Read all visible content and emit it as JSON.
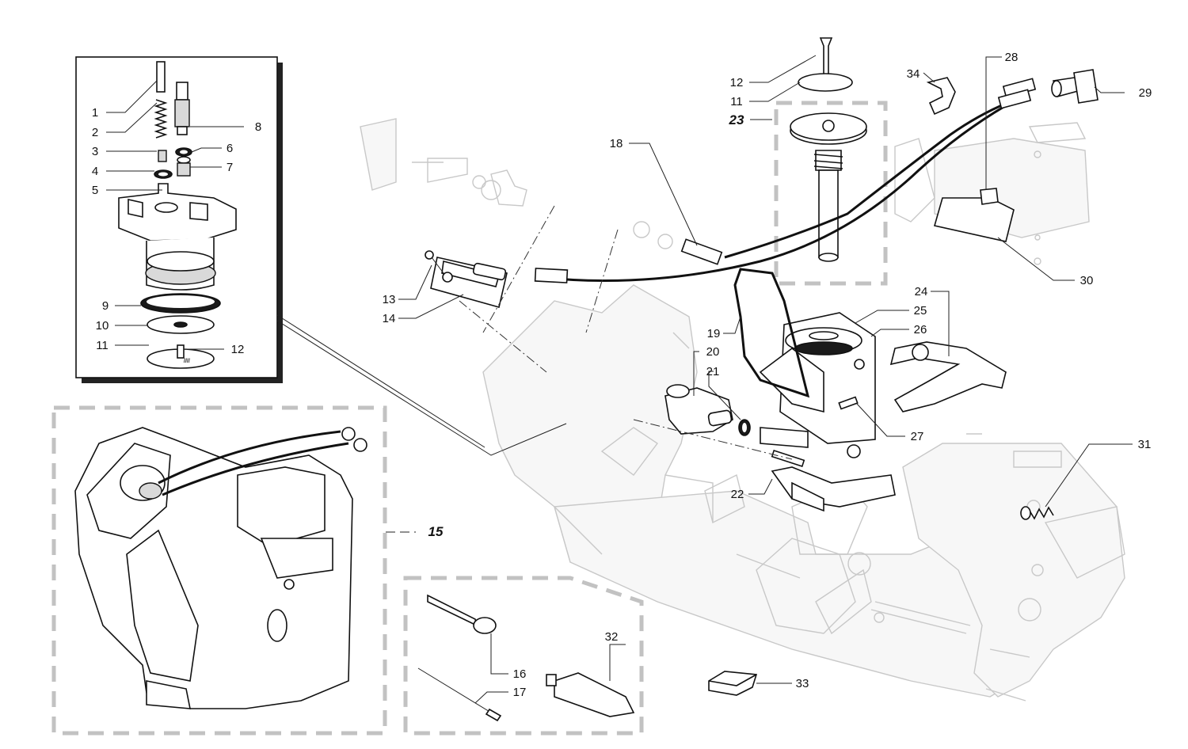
{
  "diagram": {
    "type": "exploded-parts-diagram",
    "labels": [
      {
        "id": "1",
        "text": "1"
      },
      {
        "id": "2",
        "text": "2"
      },
      {
        "id": "3",
        "text": "3"
      },
      {
        "id": "4",
        "text": "4"
      },
      {
        "id": "5",
        "text": "5"
      },
      {
        "id": "6",
        "text": "6"
      },
      {
        "id": "7",
        "text": "7"
      },
      {
        "id": "8",
        "text": "8"
      },
      {
        "id": "9",
        "text": "9"
      },
      {
        "id": "10",
        "text": "10"
      },
      {
        "id": "11a",
        "text": "11"
      },
      {
        "id": "12a",
        "text": "12"
      },
      {
        "id": "11b",
        "text": "11"
      },
      {
        "id": "12b",
        "text": "12"
      },
      {
        "id": "13",
        "text": "13"
      },
      {
        "id": "14",
        "text": "14"
      },
      {
        "id": "16",
        "text": "16"
      },
      {
        "id": "17",
        "text": "17"
      },
      {
        "id": "18",
        "text": "18"
      },
      {
        "id": "19",
        "text": "19"
      },
      {
        "id": "20",
        "text": "20"
      },
      {
        "id": "21",
        "text": "21"
      },
      {
        "id": "22",
        "text": "22"
      },
      {
        "id": "24",
        "text": "24"
      },
      {
        "id": "25",
        "text": "25"
      },
      {
        "id": "26",
        "text": "26"
      },
      {
        "id": "27",
        "text": "27"
      },
      {
        "id": "28",
        "text": "28"
      },
      {
        "id": "29",
        "text": "29"
      },
      {
        "id": "30",
        "text": "30"
      },
      {
        "id": "31",
        "text": "31"
      },
      {
        "id": "32",
        "text": "32"
      },
      {
        "id": "33",
        "text": "33"
      },
      {
        "id": "34",
        "text": "34"
      }
    ],
    "group_labels": [
      {
        "id": "15",
        "text": "15"
      },
      {
        "id": "23",
        "text": "23"
      }
    ],
    "colors": {
      "line": "#111111",
      "ghost": "#c8c8c8",
      "group_dash": "#c2c2c2",
      "background": "#ffffff"
    }
  }
}
